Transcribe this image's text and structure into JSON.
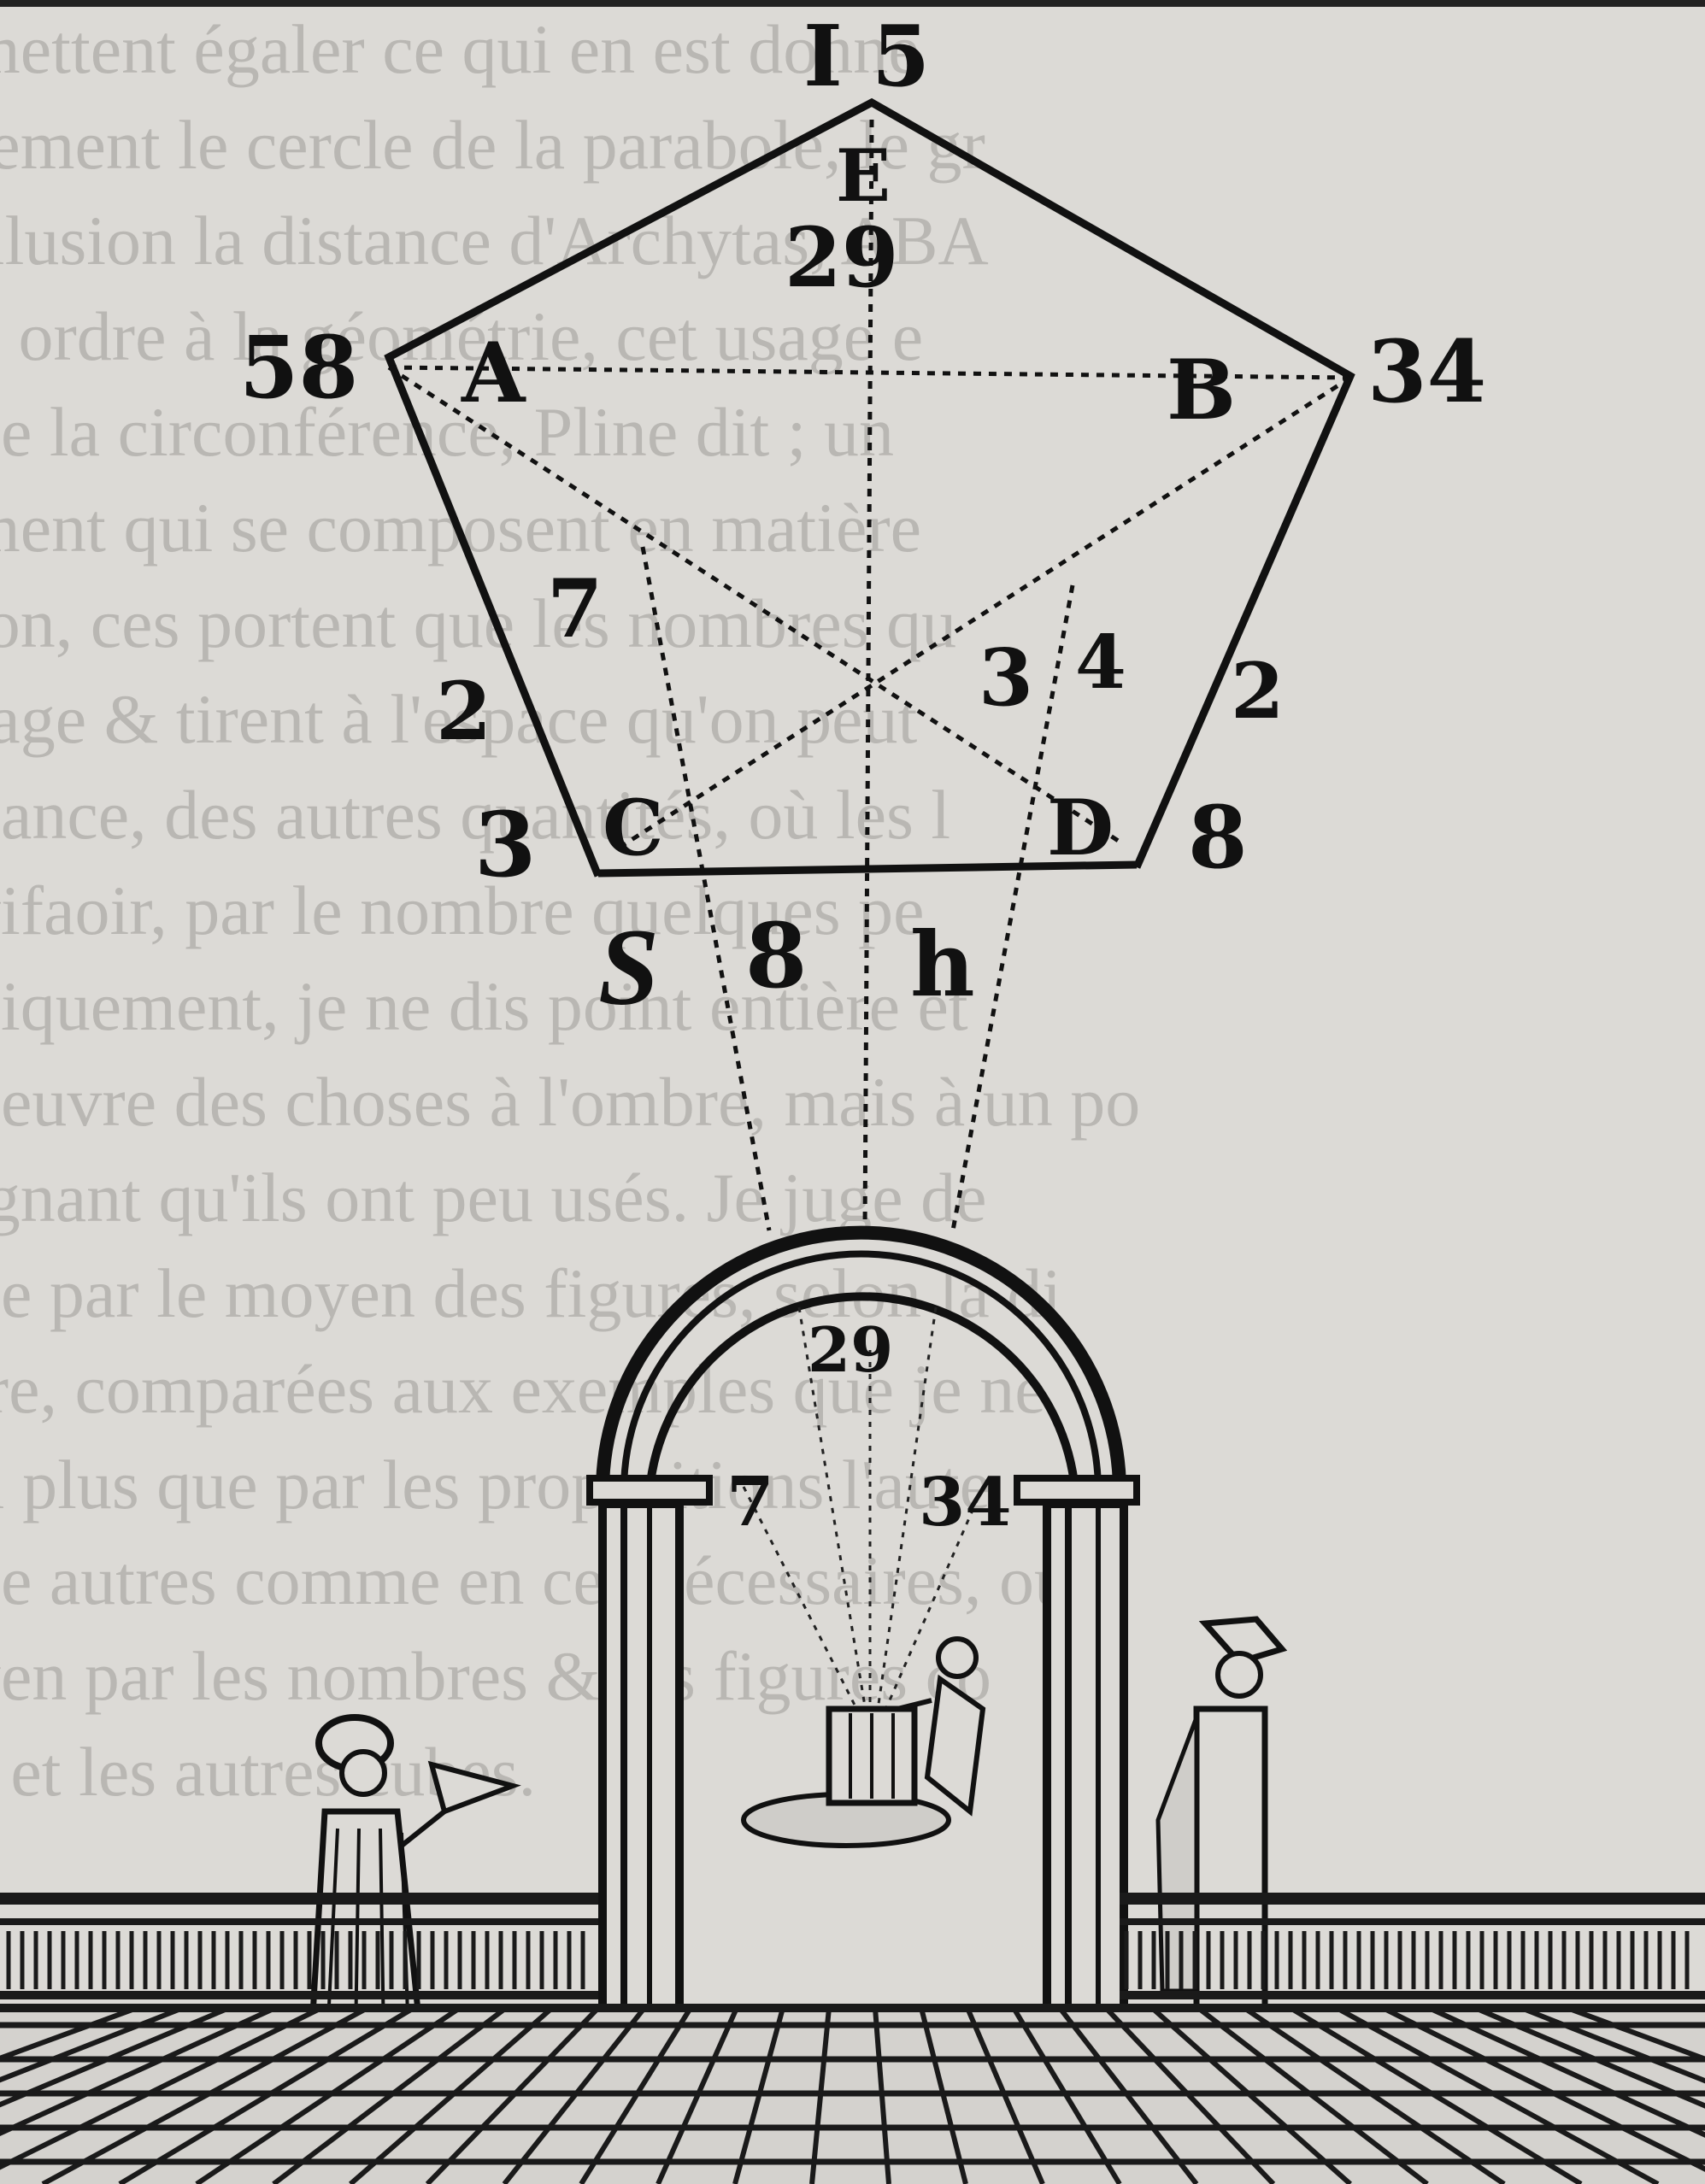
{
  "page_number": "I 5",
  "vertices": {
    "E": {
      "letter": "E",
      "number": "29"
    },
    "A": {
      "letter": "A",
      "number": "58"
    },
    "B": {
      "letter": "B",
      "number": "34"
    },
    "C": {
      "letter": "C",
      "number": "3"
    },
    "D": {
      "letter": "D",
      "number": "8"
    }
  },
  "side_labels": {
    "left_upper": "7",
    "left_lower": "2",
    "right_inner": "3",
    "right_middle": "4",
    "right_outer": "2"
  },
  "bottom_labels": [
    "S",
    "8",
    "h"
  ],
  "arch_labels": {
    "top": "29",
    "left": "7",
    "right": "34"
  },
  "bleed_through_lines": [
    "mettent égaler ce qui en est donné",
    "rement le cercle de la parabole, le gr",
    "illusion la distance d'Archytas, ABA",
    "n ordre à la géométrie, cet usage e",
    "de la circonférence, Pline dit ; un",
    "ment qui se composent en matière",
    "ion, ces portent que les nombres qu",
    "rage & tirent à l'espace qu'on peut",
    "dance, des autres quantités, où les l",
    "vifaoir, par le nombre quelques pe",
    "diquement, je ne dis point entière et",
    "oeuvre des choses à l'ombre, mais à un po",
    "ignant qu'ils ont peu usés. Je juge de",
    "ue par le moyen des figures, selon la di",
    "ire, comparées aux exemples que je ne",
    "il plus que par les propositions l'aute",
    "ge autres comme en ces nécessaires, ou",
    "yen par les nombres & les figures co",
    "s et les autres cubes."
  ]
}
